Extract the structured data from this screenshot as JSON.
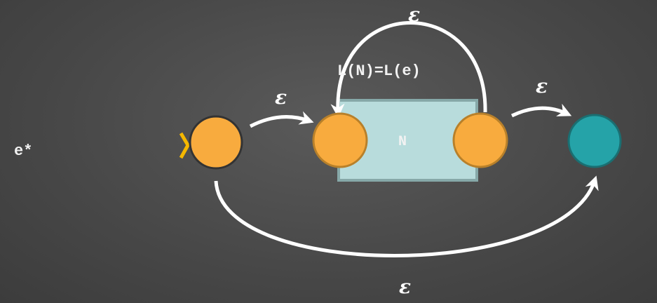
{
  "slide": {
    "expression": "e*",
    "language_label": "L(N)=L(e)",
    "box_label": "N",
    "epsilon_labels": {
      "start_to_inner": "ε",
      "loop_back": "ε",
      "inner_to_final": "ε",
      "skip": "ε"
    }
  },
  "colors": {
    "background": "#4b4b4b",
    "state": "#f8ab3e",
    "final_state": "#25a3a8",
    "box": "#b8dcdc",
    "start_marker": "#f5b800"
  }
}
